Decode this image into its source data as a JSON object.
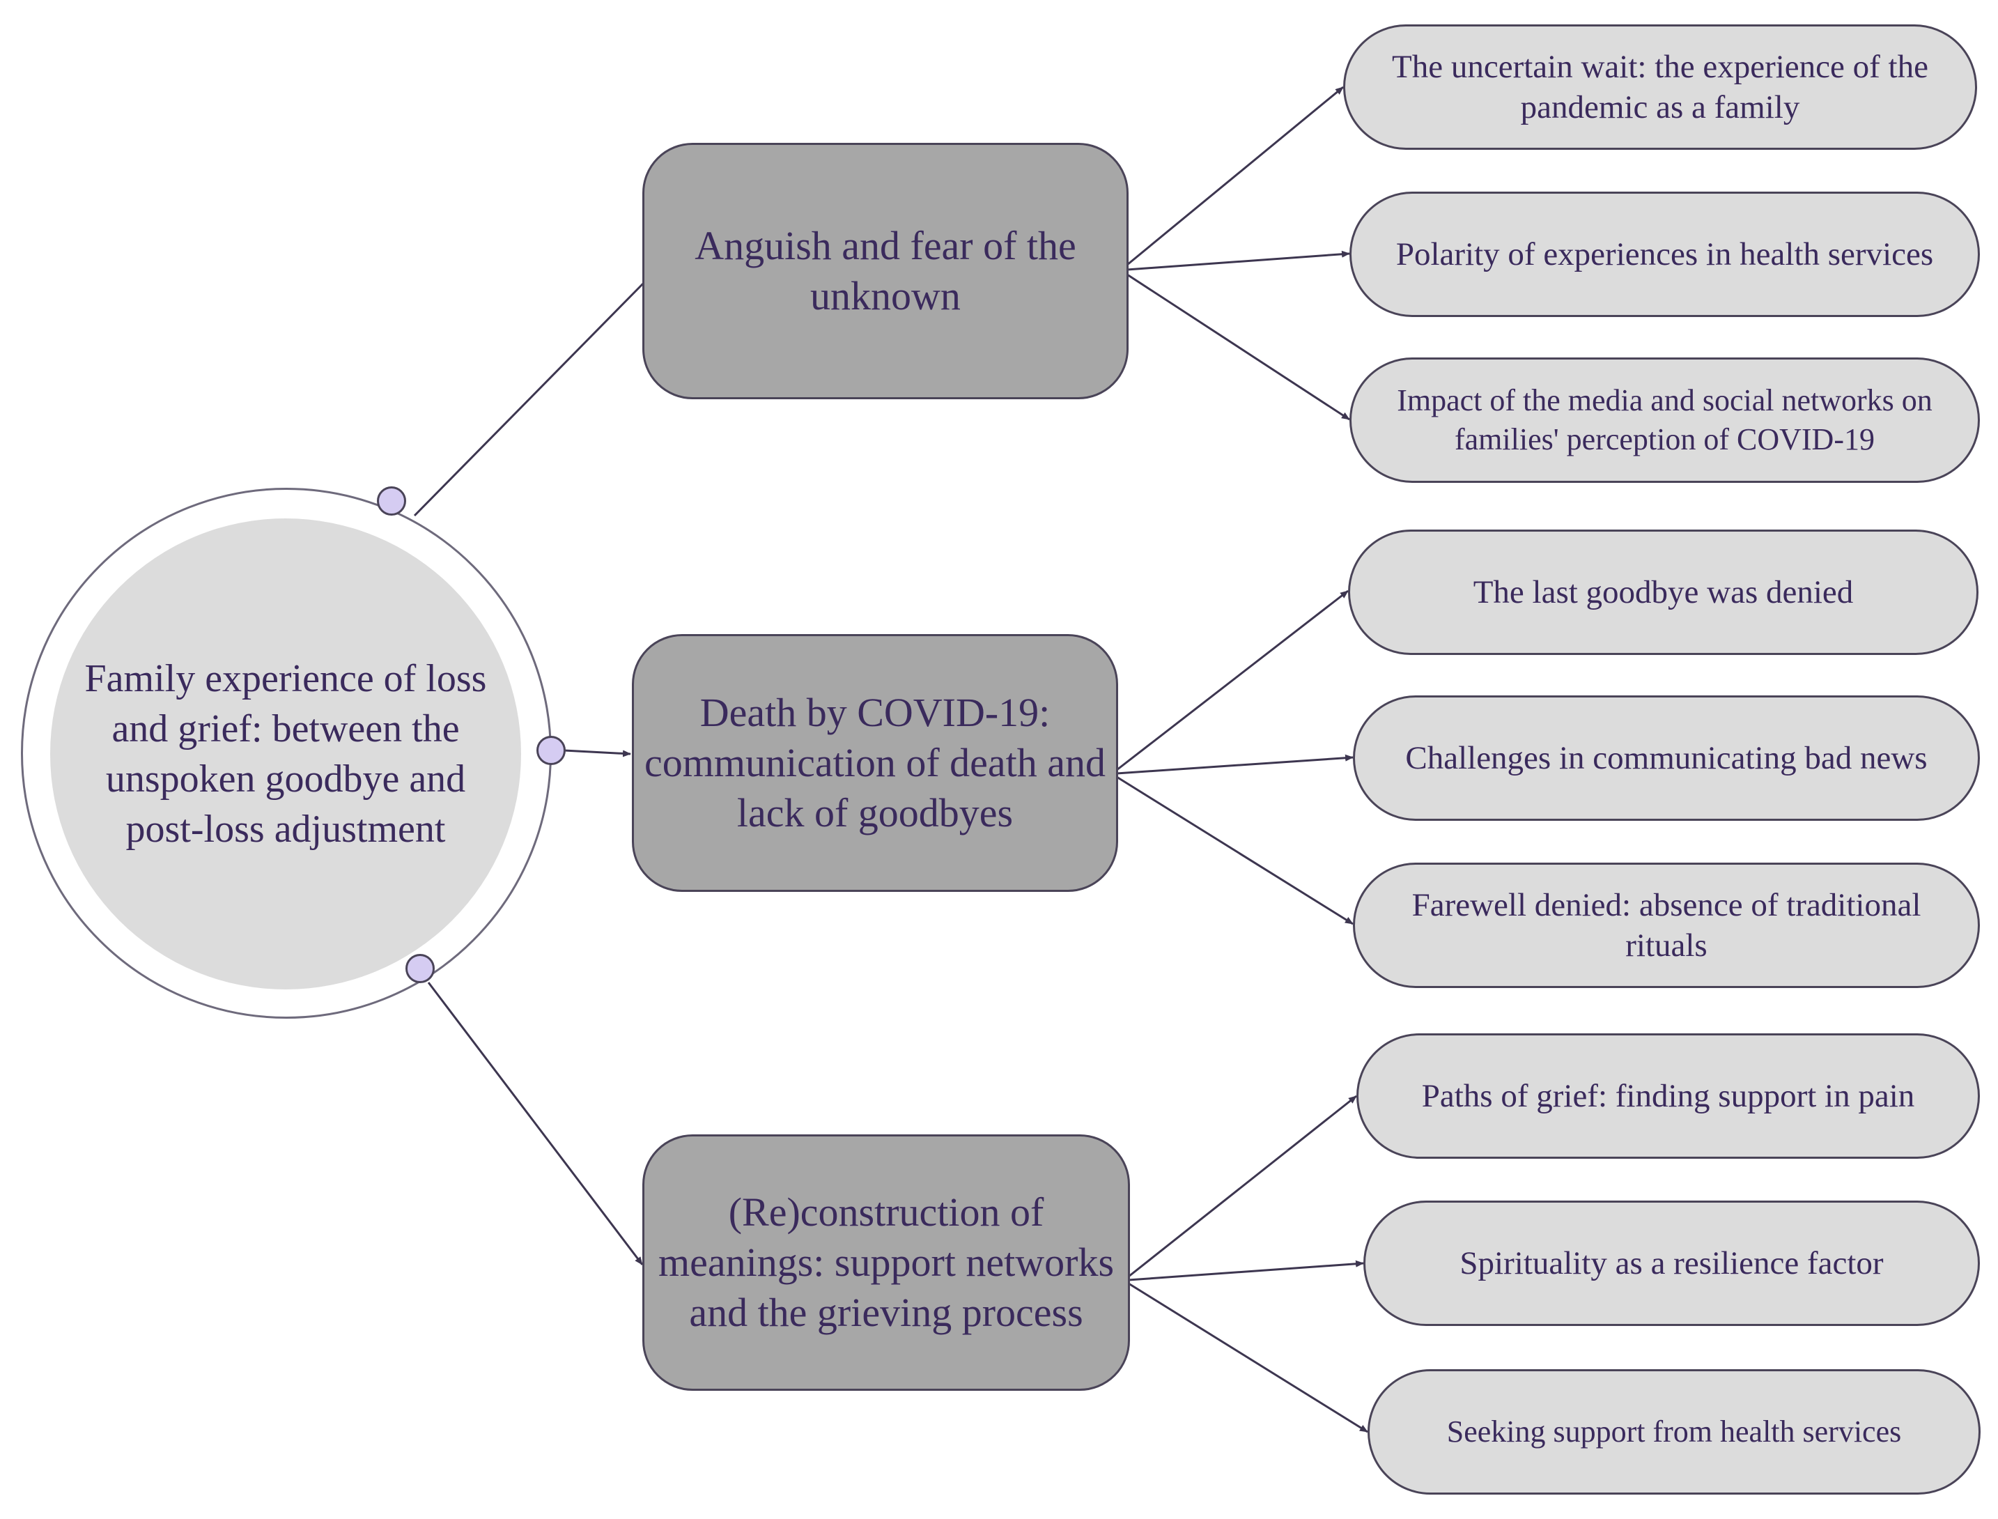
{
  "center": {
    "label": "Family experience of loss and grief: between the unspoken goodbye and post-loss adjustment"
  },
  "themes": [
    {
      "label": "Anguish and fear of the unknown",
      "subthemes": [
        "The uncertain wait: the experience of the pandemic as a family",
        "Polarity of experiences in health services",
        "Impact of the media and social networks on families' perception of COVID-19"
      ]
    },
    {
      "label": "Death by COVID-19: communication of death and lack of goodbyes",
      "subthemes": [
        "The last goodbye was denied",
        "Challenges in communicating bad news",
        "Farewell denied: absence of traditional rituals"
      ]
    },
    {
      "label": "(Re)construction of meanings: support networks and the grieving process",
      "subthemes": [
        "Paths of grief: finding support in pain",
        "Spirituality as a resilience factor",
        "Seeking support from health services"
      ]
    }
  ],
  "colors": {
    "theme_fill": "#a7a7a7",
    "subtheme_fill": "#dcdcdc",
    "center_fill": "#dcdcdc",
    "connector_dot": "#d5ccf2",
    "text": "#3a2a5c",
    "line": "#3d3650"
  }
}
